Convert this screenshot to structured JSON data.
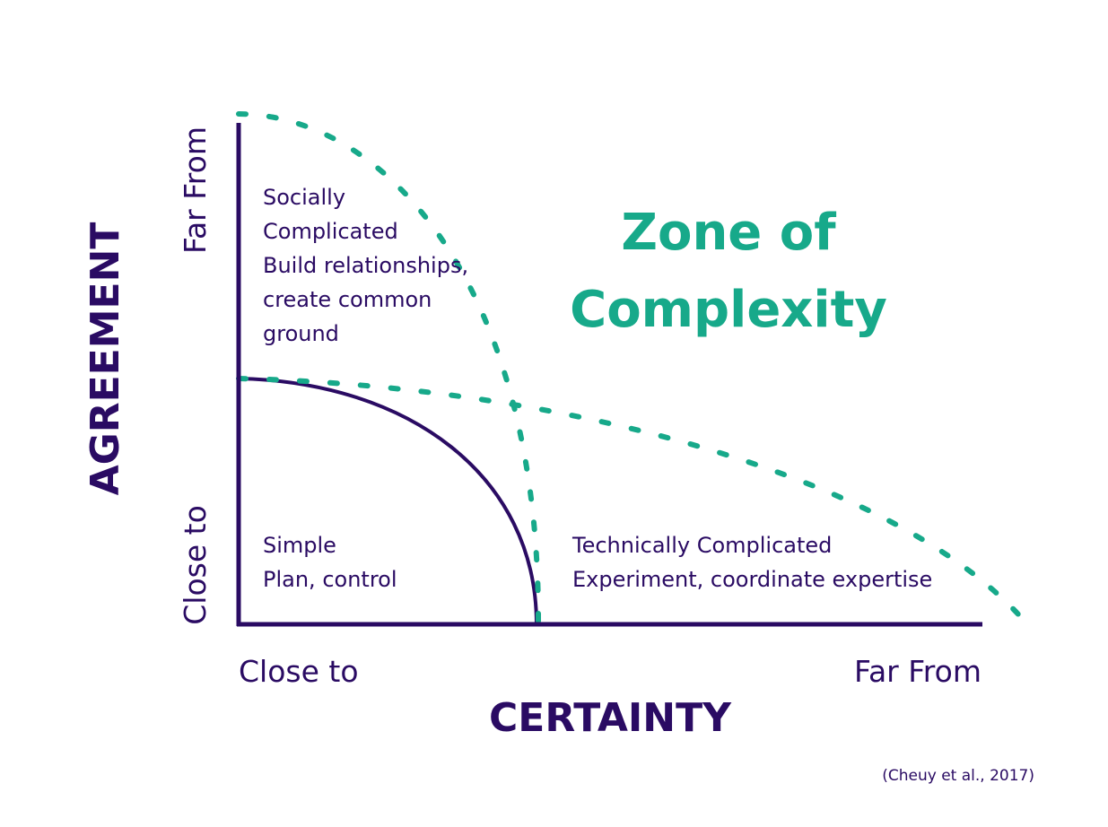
{
  "colors": {
    "primary": "#2a0b63",
    "accent": "#17a98a"
  },
  "y_axis": {
    "title": "AGREEMENT",
    "high": "Far From",
    "low": "Close to"
  },
  "x_axis": {
    "title": "CERTAINTY",
    "low": "Close to",
    "high": "Far From"
  },
  "zones": {
    "social": [
      "Socially",
      "Complicated",
      "Build relationships,",
      "create common",
      "ground"
    ],
    "simple": [
      "Simple",
      "Plan, control"
    ],
    "technical": [
      "Technically Complicated",
      "Experiment, coordinate expertise"
    ],
    "complexity": [
      "Zone of",
      "Complexity"
    ]
  },
  "citation": "(Cheuy et al., 2017)"
}
